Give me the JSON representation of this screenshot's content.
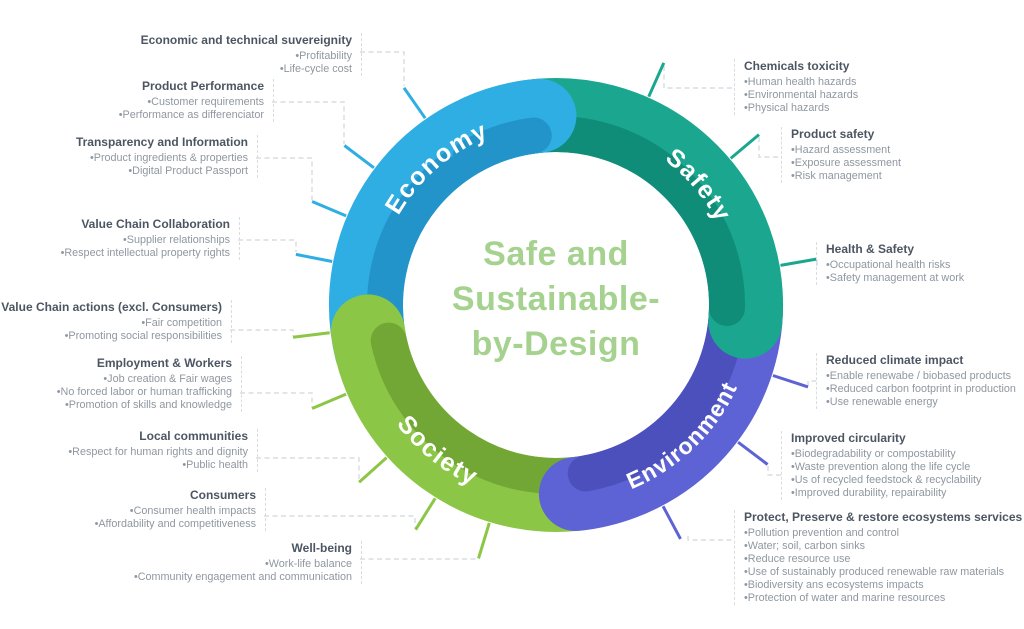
{
  "center": {
    "lines": [
      "Safe and",
      "Sustainable-",
      "by-Design"
    ],
    "color": "#A5D28E"
  },
  "ring": {
    "economy": {
      "label": "Economy",
      "color": "#2FAEE3",
      "shade": "#2394C9"
    },
    "safety": {
      "label": "Safety",
      "color": "#1BA78F",
      "shade": "#0F8D79"
    },
    "environment": {
      "label": "Environment",
      "color": "#5D63D4",
      "shade": "#4B50BC"
    },
    "society": {
      "label": "Society",
      "color": "#8CC646",
      "shade": "#73A735"
    }
  },
  "text_colors": {
    "heading": "#4C5662",
    "bullet": "#8F97A0",
    "connector": "#D9DDE1"
  },
  "labels": {
    "left": [
      {
        "heading": "Economic and technical suvereignity",
        "bullets": [
          "•Profitability",
          "•Life-cycle cost"
        ]
      },
      {
        "heading": "Product Performance",
        "bullets": [
          "•Customer requirements",
          "•Performance as differenciator"
        ]
      },
      {
        "heading": "Transparency and Information",
        "bullets": [
          "•Product ingredients & properties",
          "•Digital Product Passport"
        ]
      },
      {
        "heading": "Value Chain Collaboration",
        "bullets": [
          "•Supplier relationships",
          "•Respect intellectual property rights"
        ]
      },
      {
        "heading": "Value Chain actions (excl. Consumers)",
        "bullets": [
          "•Fair competition",
          "•Promoting social responsibilities"
        ]
      },
      {
        "heading": "Employment & Workers",
        "bullets": [
          "•Job creation & Fair wages",
          "•No forced labor or human trafficking",
          "•Promotion of skills and knowledge"
        ]
      },
      {
        "heading": "Local communities",
        "bullets": [
          "•Respect for human rights and dignity",
          "•Public health"
        ]
      },
      {
        "heading": "Consumers",
        "bullets": [
          "•Consumer health impacts",
          "•Affordability and competitiveness"
        ]
      },
      {
        "heading": "Well-being",
        "bullets": [
          "•Work-life balance",
          "•Community engagement and communication"
        ]
      }
    ],
    "right": [
      {
        "heading": "Chemicals toxicity",
        "bullets": [
          "•Human health hazards",
          "•Environmental hazards",
          "•Physical hazards"
        ]
      },
      {
        "heading": "Product safety",
        "bullets": [
          "•Hazard assessment",
          "•Exposure assessment",
          "•Risk management"
        ]
      },
      {
        "heading": "Health & Safety",
        "bullets": [
          "•Occupational health risks",
          "•Safety management at work"
        ]
      },
      {
        "heading": "Reduced climate impact",
        "bullets": [
          "•Enable renewabe / biobased products",
          "•Reduced carbon footprint in production",
          "•Use renewable energy"
        ]
      },
      {
        "heading": "Improved circularity",
        "bullets": [
          "•Biodegradability or compostability",
          "•Waste prevention along the life cycle",
          "•Us of recycled feedstock & recyclability",
          "•Improved durability, repairability"
        ]
      },
      {
        "heading": "Protect, Preserve & restore ecosystems services",
        "bullets": [
          "•Pollution prevention and control",
          "•Water; soil, carbon sinks",
          "•Reduce resource use",
          "•Use of sustainably produced  renewable raw materials",
          "•Biodiversity ans ecosystems impacts",
          "•Protection of water and marine resources"
        ]
      }
    ]
  }
}
